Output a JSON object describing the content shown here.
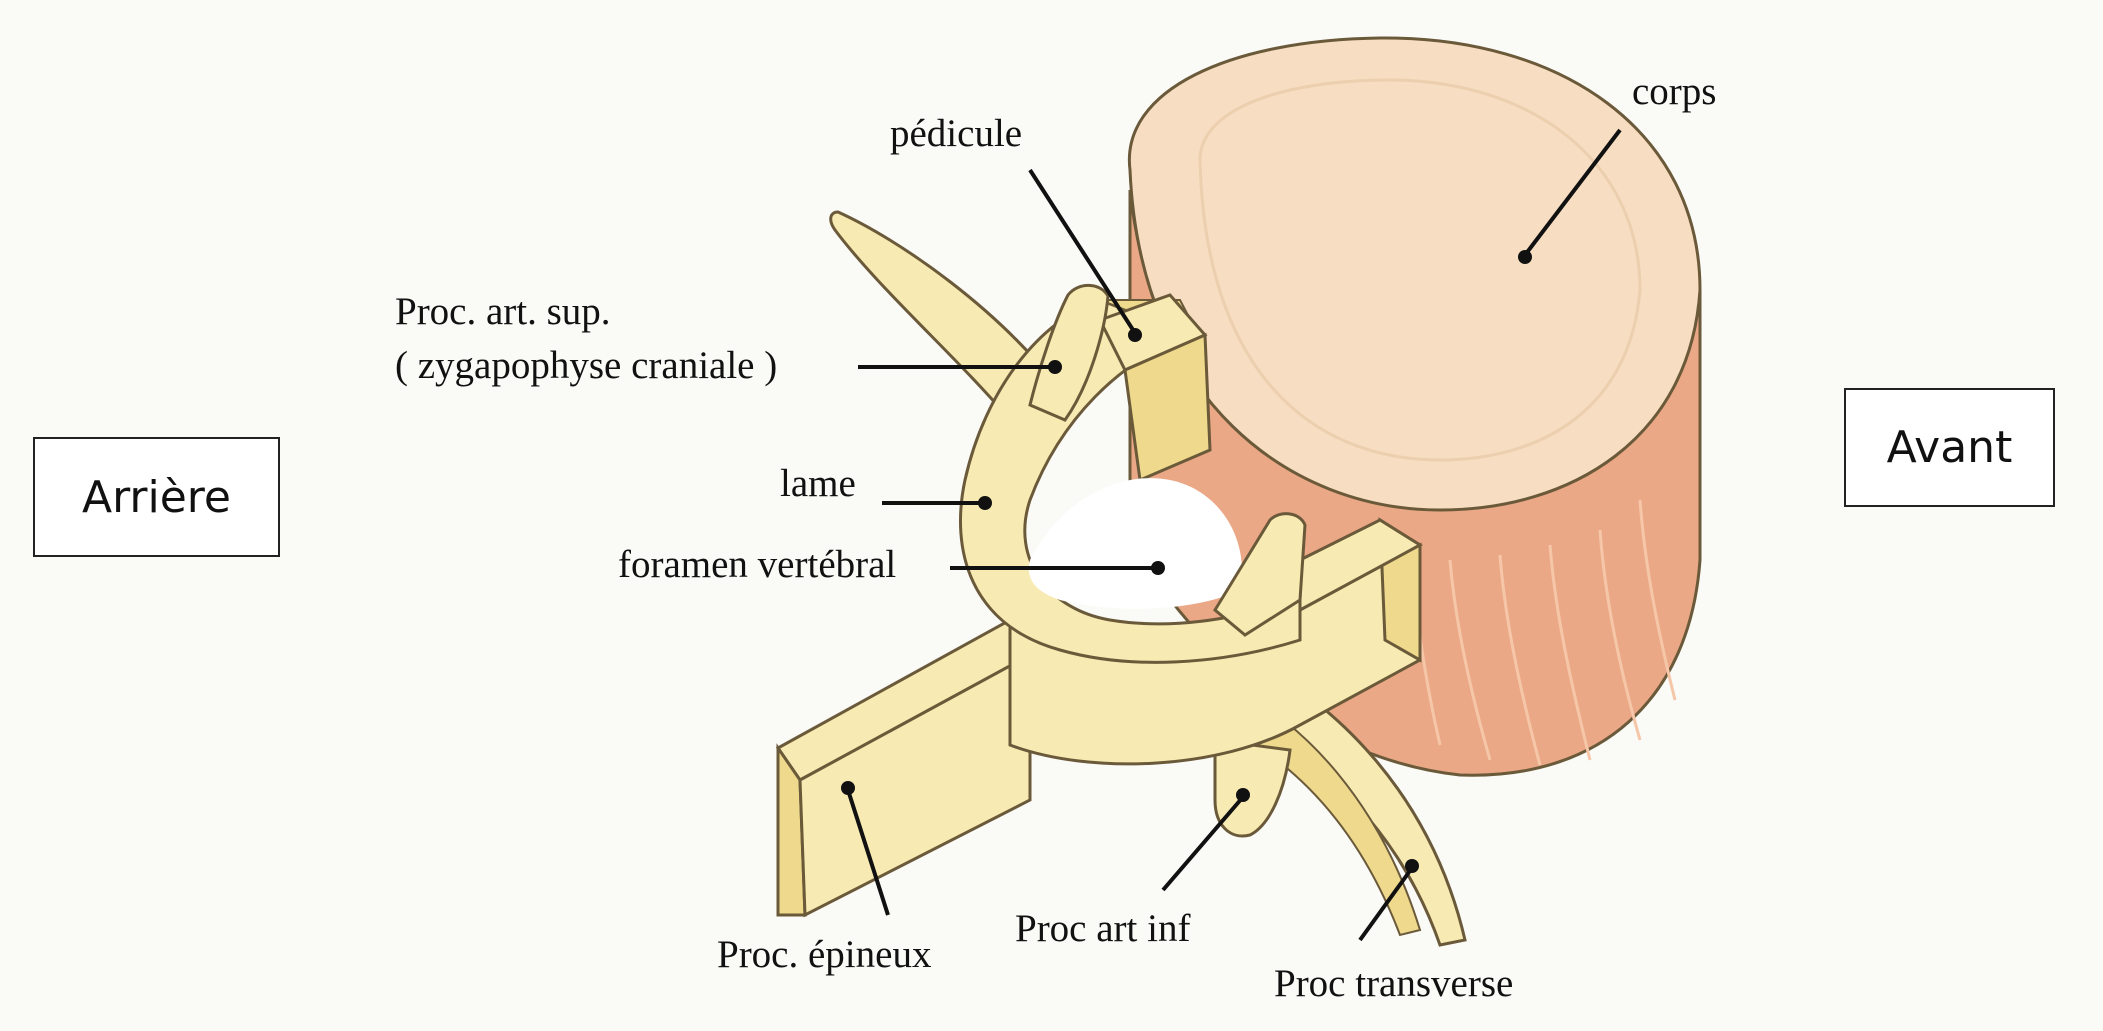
{
  "labels": {
    "corps": "corps",
    "pedicule": "pédicule",
    "proc_art_sup_1": "Proc. art. sup.",
    "proc_art_sup_2": "( zygapophyse craniale )",
    "lame": "lame",
    "foramen": "foramen vertébral",
    "proc_epineux": "Proc. épineux",
    "proc_art_inf": "Proc art inf",
    "proc_transverse": "Proc transverse"
  },
  "boxes": {
    "arriere": "Arrière",
    "avant": "Avant"
  },
  "colors": {
    "bone_yellow": "#f7eab2",
    "bone_yellow_dark": "#eed98c",
    "outline": "#6b5a3a",
    "body_top": "#f7ddc1",
    "body_side": "#eba887",
    "body_lines": "#f5c7a8",
    "leader": "#111111",
    "background": "#fafaf7"
  }
}
